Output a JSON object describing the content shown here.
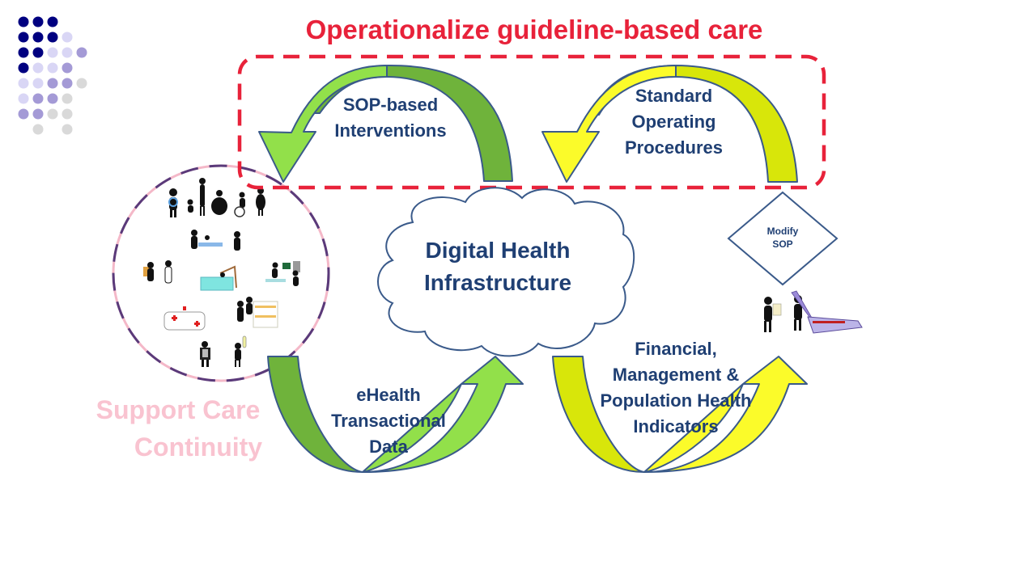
{
  "title": "Operationalize guideline-based care",
  "center": {
    "line1": "Digital Health",
    "line2": "Infrastructure"
  },
  "arrows": {
    "sop_interventions": {
      "line1": "SOP-based",
      "line2": "Interventions"
    },
    "standard_procedures": {
      "line1": "Standard",
      "line2": "Operating",
      "line3": "Procedures"
    },
    "ehealth_data": {
      "line1": "eHealth",
      "line2": "Transactional",
      "line3": "Data"
    },
    "indicators": {
      "line1": "Financial,",
      "line2": "Management &",
      "line3": "Population Health",
      "line4": "Indicators"
    }
  },
  "decision": {
    "line1": "Modify",
    "line2": "SOP"
  },
  "care_label": {
    "line1": "Support Care",
    "line2": "Continuity"
  },
  "colors": {
    "title_red": "#e8223a",
    "text_navy": "#1f3f73",
    "green_light": "#92e04a",
    "green_dark": "#6fb33b",
    "yellow": "#fbfb2a",
    "yellow_green": "#d8e60a",
    "pink": "#f9c3d0",
    "outline": "#3a5a8a"
  },
  "icons": [
    "dot-grid-decoration",
    "care-settings-clipart",
    "people-editing-document-clipart"
  ]
}
